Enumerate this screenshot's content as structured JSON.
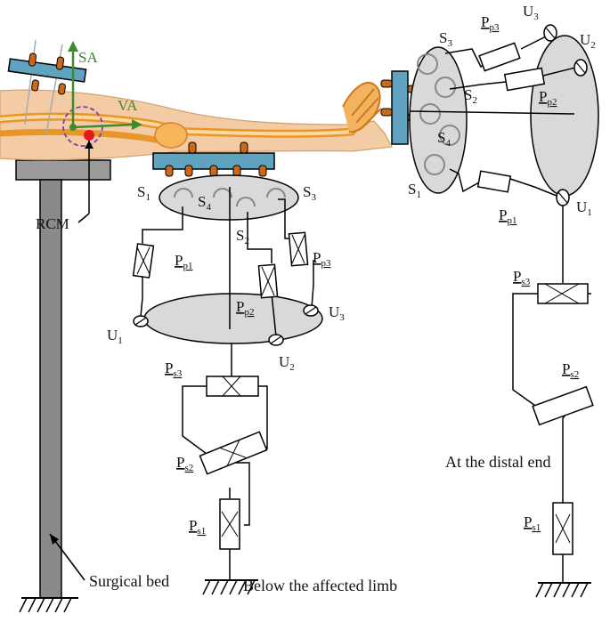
{
  "colors": {
    "limb_skin": "#f3c9a0",
    "bone": "#f2a23a",
    "platform_blue": "#5fa3c0",
    "platform_gray": "#d9d9d9",
    "bed_gray": "#888888",
    "axis_green": "#3d8b2e",
    "rcm_red": "#e1191d",
    "rcm_circle_purple": "#7b3fb5",
    "screw_brown": "#c86a1a"
  },
  "axes": {
    "sa": "SA",
    "va": "VA"
  },
  "rcm_label": "RCM",
  "captions": {
    "bed": "Surgical bed",
    "below": "Below the affected limb",
    "distal": "At the distal end"
  },
  "left_mechanism": {
    "s1": {
      "base": "S",
      "sub": "1"
    },
    "s2": {
      "base": "S",
      "sub": "2"
    },
    "s3": {
      "base": "S",
      "sub": "3"
    },
    "s4": {
      "base": "S",
      "sub": "4"
    },
    "pp1": {
      "base": "P",
      "sub": "p1"
    },
    "pp2": {
      "base": "P",
      "sub": "p2"
    },
    "pp3": {
      "base": "P",
      "sub": "p3"
    },
    "u1": {
      "base": "U",
      "sub": "1"
    },
    "u2": {
      "base": "U",
      "sub": "2"
    },
    "u3": {
      "base": "U",
      "sub": "3"
    },
    "ps1": {
      "base": "P",
      "sub": "s1"
    },
    "ps2": {
      "base": "P",
      "sub": "s2"
    },
    "ps3": {
      "base": "P",
      "sub": "s3"
    }
  },
  "right_mechanism": {
    "s1": {
      "base": "S",
      "sub": "1"
    },
    "s2": {
      "base": "S",
      "sub": "2"
    },
    "s3": {
      "base": "S",
      "sub": "3"
    },
    "s4": {
      "base": "S",
      "sub": "4"
    },
    "pp1": {
      "base": "P",
      "sub": "p1"
    },
    "pp2": {
      "base": "P",
      "sub": "p2"
    },
    "pp3": {
      "base": "P",
      "sub": "p3"
    },
    "u1": {
      "base": "U",
      "sub": "1"
    },
    "u2": {
      "base": "U",
      "sub": "2"
    },
    "u3": {
      "base": "U",
      "sub": "3"
    },
    "ps1": {
      "base": "P",
      "sub": "s1"
    },
    "ps2": {
      "base": "P",
      "sub": "s2"
    },
    "ps3": {
      "base": "P",
      "sub": "s3"
    }
  }
}
